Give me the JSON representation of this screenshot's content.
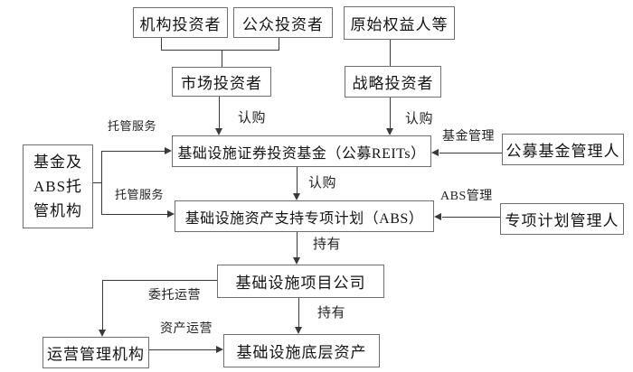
{
  "diagram": {
    "nodes": {
      "institutional_investor": "机构投资者",
      "public_investor": "公众投资者",
      "original_equity_holder": "原始权益人等",
      "market_investor": "市场投资者",
      "strategic_investor": "战略投资者",
      "reits_fund": "基础设施证券投资基金（公募REITs）",
      "abs_plan": "基础设施资产支持专项计划（ABS）",
      "custodian_lines": [
        "基金及",
        "ABS托",
        "管机构"
      ],
      "public_fund_manager": "公募基金管理人",
      "special_plan_manager": "专项计划管理人",
      "project_company": "基础设施项目公司",
      "operation_manager": "运营管理机构",
      "underlying_asset": "基础设施底层资产"
    },
    "edge_labels": {
      "subscribe_market": "认购",
      "subscribe_strategic": "认购",
      "subscribe_abs": "认购",
      "custody_service_top": "托管服务",
      "custody_service_bottom": "托管服务",
      "fund_management": "基金管理",
      "abs_management": "ABS管理",
      "hold_project_company": "持有",
      "hold_underlying_asset": "持有",
      "entrusted_operation": "委托运营",
      "asset_operation": "资产运营"
    },
    "colors": {
      "line": "#3a3a3a",
      "box_border": "#6f6f6f",
      "text": "#141414",
      "background": "#ffffff"
    }
  }
}
